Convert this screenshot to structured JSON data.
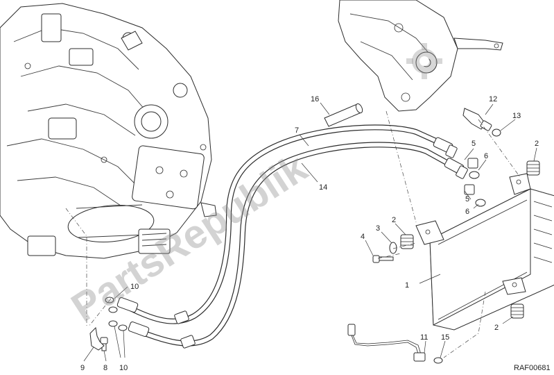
{
  "diagram": {
    "reference_code": "RAF00681",
    "watermark": "PartsRepublik",
    "callouts": [
      {
        "id": "c1",
        "label": "1"
      },
      {
        "id": "c2a",
        "label": "2"
      },
      {
        "id": "c2b",
        "label": "2"
      },
      {
        "id": "c2c",
        "label": "2"
      },
      {
        "id": "c3",
        "label": "3"
      },
      {
        "id": "c4",
        "label": "4"
      },
      {
        "id": "c5a",
        "label": "5"
      },
      {
        "id": "c5b",
        "label": "5"
      },
      {
        "id": "c6a",
        "label": "6"
      },
      {
        "id": "c6b",
        "label": "6"
      },
      {
        "id": "c7",
        "label": "7"
      },
      {
        "id": "c8",
        "label": "8"
      },
      {
        "id": "c9",
        "label": "9"
      },
      {
        "id": "c10a",
        "label": "10"
      },
      {
        "id": "c10b",
        "label": "10"
      },
      {
        "id": "c11",
        "label": "11"
      },
      {
        "id": "c12",
        "label": "12"
      },
      {
        "id": "c13",
        "label": "13"
      },
      {
        "id": "c14",
        "label": "14"
      },
      {
        "id": "c15",
        "label": "15"
      },
      {
        "id": "c16",
        "label": "16"
      }
    ]
  }
}
